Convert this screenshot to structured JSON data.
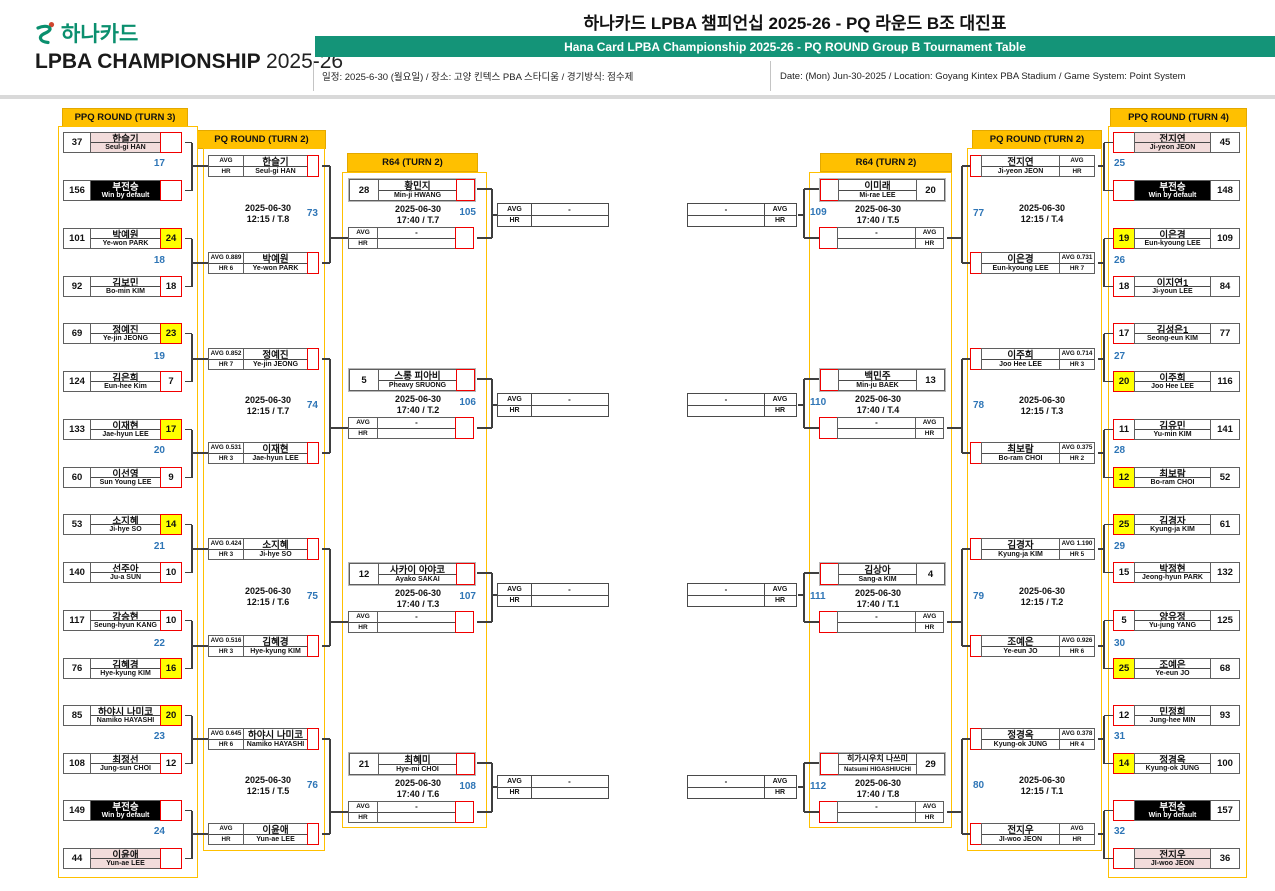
{
  "header": {
    "logo_kr": "하나카드",
    "logo_lpba": "LPBA",
    "logo_champ": "CHAMPIONSHIP",
    "logo_year": "2025-26",
    "title_kr": "하나카드 LPBA 챔피언십 2025-26 - PQ 라운드 B조 대진표",
    "title_en": "Hana Card LPBA Championship 2025-26 - PQ ROUND Group B Tournament Table",
    "info_kr": "일정: 2025-6-30 (월요일) / 장소: 고양 킨텍스 PBA 스타디움 / 경기방식: 점수제",
    "info_en": "Date: (Mon) Jun-30-2025 / Location: Goyang Kintex PBA Stadium / Game System: Point System"
  },
  "colors": {
    "accent_yellow": "#ffc000",
    "score_highlight_yellow": "#ffff00",
    "advance_pink": "#f2dcdb",
    "bye_black": "#000000",
    "match_number_blue": "#2e75b6",
    "red_accent": "#f00000",
    "brand_green": "#149478"
  },
  "round_headers": {
    "ppq_left": "PPQ ROUND (TURN 3)",
    "pq_left": "PQ ROUND (TURN 2)",
    "r64_left": "R64 (TURN 2)",
    "r64_right": "R64 (TURN 2)",
    "pq_right": "PQ ROUND (TURN 2)",
    "ppq_right": "PPQ ROUND (TURN 4)"
  },
  "advance_slot": {
    "avg_label": "AVG",
    "hr_label": "HR",
    "tbd_value": "-",
    "empty": ""
  },
  "ppq_left": {
    "matches": [
      {
        "no": "17",
        "top": {
          "seed": "37",
          "kr": "한슬기",
          "en": "Seul-gi HAN",
          "score": "",
          "result": "adv"
        },
        "bottom": {
          "seed": "156",
          "kr": "부전승",
          "en": "Win by default",
          "score": "",
          "result": "bye"
        }
      },
      {
        "no": "18",
        "top": {
          "seed": "101",
          "kr": "박예원",
          "en": "Ye-won PARK",
          "score": "24",
          "result": "win"
        },
        "bottom": {
          "seed": "92",
          "kr": "김보민",
          "en": "Bo-min KIM",
          "score": "18",
          "result": "lose"
        }
      },
      {
        "no": "19",
        "top": {
          "seed": "69",
          "kr": "정예진",
          "en": "Ye-jin JEONG",
          "score": "23",
          "result": "win"
        },
        "bottom": {
          "seed": "124",
          "kr": "김은희",
          "en": "Eun-hee Kim",
          "score": "7",
          "result": "lose"
        }
      },
      {
        "no": "20",
        "top": {
          "seed": "133",
          "kr": "이재현",
          "en": "Jae-hyun LEE",
          "score": "17",
          "result": "win"
        },
        "bottom": {
          "seed": "60",
          "kr": "이선영",
          "en": "Sun Young LEE",
          "score": "9",
          "result": "lose"
        }
      },
      {
        "no": "21",
        "top": {
          "seed": "53",
          "kr": "소지혜",
          "en": "Ji-hye SO",
          "score": "14",
          "result": "win"
        },
        "bottom": {
          "seed": "140",
          "kr": "선주아",
          "en": "Ju-a SUN",
          "score": "10",
          "result": "lose"
        }
      },
      {
        "no": "22",
        "top": {
          "seed": "117",
          "kr": "강승현",
          "en": "Seung-hyun KANG",
          "score": "10",
          "result": "lose"
        },
        "bottom": {
          "seed": "76",
          "kr": "김혜경",
          "en": "Hye-kyung KIM",
          "score": "16",
          "result": "win"
        }
      },
      {
        "no": "23",
        "top": {
          "seed": "85",
          "kr": "하야시 나미코",
          "en": "Namiko HAYASHI",
          "score": "20",
          "result": "win"
        },
        "bottom": {
          "seed": "108",
          "kr": "최정선",
          "en": "Jung-sun CHOI",
          "score": "12",
          "result": "lose"
        }
      },
      {
        "no": "24",
        "top": {
          "seed": "149",
          "kr": "부전승",
          "en": "Win by default",
          "score": "",
          "result": "bye"
        },
        "bottom": {
          "seed": "44",
          "kr": "이윤애",
          "en": "Yun-ae LEE",
          "score": "",
          "result": "adv"
        }
      }
    ]
  },
  "pq_left": {
    "matches": [
      {
        "no": "73",
        "date": "2025-06-30",
        "time": "12:15 / T.8",
        "top": {
          "stats": [
            "AVG",
            "HR"
          ],
          "kr": "한슬기",
          "en": "Seul-gi HAN"
        },
        "bottom": {
          "stats": [
            "AVG 0.889",
            "HR 6"
          ],
          "kr": "박예원",
          "en": "Ye-won PARK"
        }
      },
      {
        "no": "74",
        "date": "2025-06-30",
        "time": "12:15 / T.7",
        "top": {
          "stats": [
            "AVG 0.852",
            "HR 7"
          ],
          "kr": "정예진",
          "en": "Ye-jin JEONG"
        },
        "bottom": {
          "stats": [
            "AVG 0.531",
            "HR 3"
          ],
          "kr": "이재현",
          "en": "Jae-hyun LEE"
        }
      },
      {
        "no": "75",
        "date": "2025-06-30",
        "time": "12:15 / T.6",
        "top": {
          "stats": [
            "AVG 0.424",
            "HR 3"
          ],
          "kr": "소지혜",
          "en": "Ji-hye SO"
        },
        "bottom": {
          "stats": [
            "AVG 0.516",
            "HR 3"
          ],
          "kr": "김혜경",
          "en": "Hye-kyung KIM"
        }
      },
      {
        "no": "76",
        "date": "2025-06-30",
        "time": "12:15 / T.5",
        "top": {
          "stats": [
            "AVG 0.645",
            "HR 6"
          ],
          "kr": "하야시 나미코",
          "en": "Namiko HAYASHI"
        },
        "bottom": {
          "stats": [
            "AVG",
            "HR"
          ],
          "kr": "이윤애",
          "en": "Yun-ae LEE"
        }
      }
    ]
  },
  "r64_left": {
    "matches": [
      {
        "no": "105",
        "date": "2025-06-30",
        "time": "17:40 / T.7",
        "seed": "28",
        "kr": "황민지",
        "en": "Min-ji HWANG"
      },
      {
        "no": "106",
        "date": "2025-06-30",
        "time": "17:40 / T.2",
        "seed": "5",
        "kr": "스롱 피아비",
        "en": "Pheavy SRUONG"
      },
      {
        "no": "107",
        "date": "2025-06-30",
        "time": "17:40 / T.3",
        "seed": "12",
        "kr": "사카이 아야코",
        "en": "Ayako SAKAI"
      },
      {
        "no": "108",
        "date": "2025-06-30",
        "time": "17:40 / T.6",
        "seed": "21",
        "kr": "최혜미",
        "en": "Hye-mi CHOI"
      }
    ]
  },
  "r64_right": {
    "matches": [
      {
        "no": "109",
        "date": "2025-06-30",
        "time": "17:40 / T.5",
        "seed": "20",
        "kr": "이미래",
        "en": "Mi-rae LEE"
      },
      {
        "no": "110",
        "date": "2025-06-30",
        "time": "17:40 / T.4",
        "seed": "13",
        "kr": "백민주",
        "en": "Min-ju BAEK"
      },
      {
        "no": "111",
        "date": "2025-06-30",
        "time": "17:40 / T.1",
        "seed": "4",
        "kr": "김상아",
        "en": "Sang-a KIM"
      },
      {
        "no": "112",
        "date": "2025-06-30",
        "time": "17:40 / T.8",
        "seed": "29",
        "kr": "히가시우치 나쓰미",
        "en": "Natsumi HIGASHIUCHI"
      }
    ]
  },
  "pq_right": {
    "matches": [
      {
        "no": "77",
        "date": "2025-06-30",
        "time": "12:15 / T.4",
        "top": {
          "stats": [
            "AVG",
            "HR"
          ],
          "kr": "전지연",
          "en": "Ji-yeon JEON"
        },
        "bottom": {
          "stats": [
            "AVG 0.731",
            "HR 7"
          ],
          "kr": "이은경",
          "en": "Eun-kyoung LEE"
        }
      },
      {
        "no": "78",
        "date": "2025-06-30",
        "time": "12:15 / T.3",
        "top": {
          "stats": [
            "AVG 0.714",
            "HR 3"
          ],
          "kr": "이주희",
          "en": "Joo Hee LEE"
        },
        "bottom": {
          "stats": [
            "AVG 0.375",
            "HR 2"
          ],
          "kr": "최보람",
          "en": "Bo-ram CHOI"
        }
      },
      {
        "no": "79",
        "date": "2025-06-30",
        "time": "12:15 / T.2",
        "top": {
          "stats": [
            "AVG 1.190",
            "HR 5"
          ],
          "kr": "김경자",
          "en": "Kyung-ja KIM"
        },
        "bottom": {
          "stats": [
            "AVG 0.926",
            "HR 6"
          ],
          "kr": "조예은",
          "en": "Ye-eun JO"
        }
      },
      {
        "no": "80",
        "date": "2025-06-30",
        "time": "12:15 / T.1",
        "top": {
          "stats": [
            "AVG 0.378",
            "HR 4"
          ],
          "kr": "정경옥",
          "en": "Kyung-ok JUNG"
        },
        "bottom": {
          "stats": [
            "AVG",
            "HR"
          ],
          "kr": "전지우",
          "en": "JI-woo JEON"
        }
      }
    ]
  },
  "ppq_right": {
    "matches": [
      {
        "no": "25",
        "top": {
          "seed": "45",
          "kr": "전지연",
          "en": "Ji-yeon JEON",
          "score": "",
          "result": "adv"
        },
        "bottom": {
          "seed": "148",
          "kr": "부전승",
          "en": "Win by default",
          "score": "",
          "result": "bye"
        }
      },
      {
        "no": "26",
        "top": {
          "seed": "109",
          "kr": "이은경",
          "en": "Eun-kyoung LEE",
          "score": "19",
          "result": "win"
        },
        "bottom": {
          "seed": "84",
          "kr": "이지연1",
          "en": "Ji-youn LEE",
          "score": "18",
          "result": "lose"
        }
      },
      {
        "no": "27",
        "top": {
          "seed": "77",
          "kr": "김성은1",
          "en": "Seong-eun KIM",
          "score": "17",
          "result": "lose"
        },
        "bottom": {
          "seed": "116",
          "kr": "이주희",
          "en": "Joo Hee LEE",
          "score": "20",
          "result": "win"
        }
      },
      {
        "no": "28",
        "top": {
          "seed": "141",
          "kr": "김유민",
          "en": "Yu-min KIM",
          "score": "11",
          "result": "lose"
        },
        "bottom": {
          "seed": "52",
          "kr": "최보람",
          "en": "Bo-ram CHOI",
          "score": "12",
          "result": "win"
        }
      },
      {
        "no": "29",
        "top": {
          "seed": "61",
          "kr": "김경자",
          "en": "Kyung-ja KIM",
          "score": "25",
          "result": "win"
        },
        "bottom": {
          "seed": "132",
          "kr": "박정현",
          "en": "Jeong-hyun PARK",
          "score": "15",
          "result": "lose"
        }
      },
      {
        "no": "30",
        "top": {
          "seed": "125",
          "kr": "양유정",
          "en": "Yu-jung YANG",
          "score": "5",
          "result": "lose"
        },
        "bottom": {
          "seed": "68",
          "kr": "조예은",
          "en": "Ye-eun JO",
          "score": "25",
          "result": "win"
        }
      },
      {
        "no": "31",
        "top": {
          "seed": "93",
          "kr": "민정희",
          "en": "Jung-hee MIN",
          "score": "12",
          "result": "lose"
        },
        "bottom": {
          "seed": "100",
          "kr": "정경옥",
          "en": "Kyung-ok JUNG",
          "score": "14",
          "result": "win"
        }
      },
      {
        "no": "32",
        "top": {
          "seed": "157",
          "kr": "부전승",
          "en": "Win by default",
          "score": "",
          "result": "bye"
        },
        "bottom": {
          "seed": "36",
          "kr": "전지우",
          "en": "JI-woo JEON",
          "score": "",
          "result": "adv"
        }
      }
    ]
  }
}
